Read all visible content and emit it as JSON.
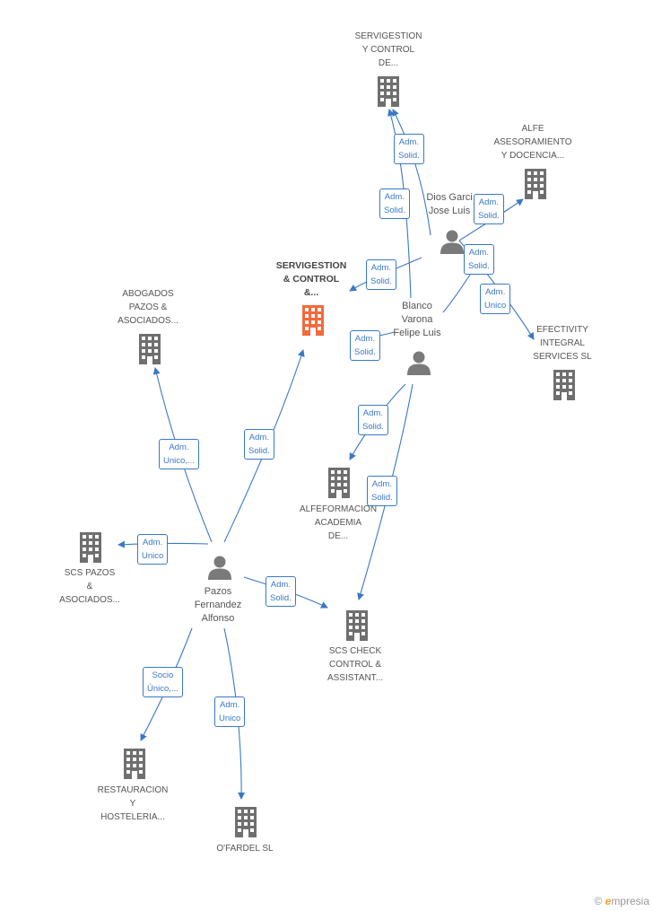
{
  "companies": [
    {
      "id": "servigestion-top",
      "label": "SERVIGESTION\nY CONTROL\nDE...",
      "main": false
    },
    {
      "id": "alfe",
      "label": "ALFE\nASESORAMIENTO\nY DOCENCIA...",
      "main": false
    },
    {
      "id": "servigestion-main",
      "label": "SERVIGESTION\n& CONTROL\n&...",
      "main": true
    },
    {
      "id": "abogados",
      "label": "ABOGADOS\nPAZOS &\nASOCIADOS...",
      "main": false
    },
    {
      "id": "efectivity",
      "label": "EFECTIVITY\nINTEGRAL\nSERVICES SL",
      "main": false
    },
    {
      "id": "alfeformacion",
      "label": "ALFEFORMACION\nACADEMIA\nDE...",
      "main": false
    },
    {
      "id": "scs-pazos",
      "label": "SCS PAZOS\n&\nASOCIADOS...",
      "main": false
    },
    {
      "id": "scs-check",
      "label": "SCS CHECK\nCONTROL &\nASSISTANT...",
      "main": false
    },
    {
      "id": "restauracion",
      "label": "RESTAURACION\nY\nHOSTELERIA...",
      "main": false
    },
    {
      "id": "ofardel",
      "label": "O'FARDEL SL",
      "main": false
    }
  ],
  "persons": [
    {
      "id": "dios",
      "label": "Dios Garci\nJose Luis"
    },
    {
      "id": "blanco",
      "label": "Blanco\nVarona\nFelipe Luis"
    },
    {
      "id": "pazos",
      "label": "Pazos\nFernandez\nAlfonso"
    }
  ],
  "edges": [
    {
      "id": "e1",
      "label": "Adm.\nSolid."
    },
    {
      "id": "e2",
      "label": "Adm.\nSolid."
    },
    {
      "id": "e3",
      "label": "Adm.\nSolid."
    },
    {
      "id": "e4",
      "label": "Adm.\nSolid."
    },
    {
      "id": "e5",
      "label": "Adm.\nSolid."
    },
    {
      "id": "e6",
      "label": "Adm.\nUnico"
    },
    {
      "id": "e7",
      "label": "Adm.\nSolid."
    },
    {
      "id": "e8",
      "label": "Adm.\nSolid."
    },
    {
      "id": "e9",
      "label": "Adm.\nSolid."
    },
    {
      "id": "e10",
      "label": "Adm.\nUnico,..."
    },
    {
      "id": "e11",
      "label": "Adm.\nSolid."
    },
    {
      "id": "e12",
      "label": "Adm.\nUnico"
    },
    {
      "id": "e13",
      "label": "Adm.\nSolid."
    },
    {
      "id": "e14",
      "label": "Socio\nÚnico,..."
    },
    {
      "id": "e15",
      "label": "Adm.\nUnico"
    }
  ],
  "colors": {
    "edge": "#3a78c8",
    "building": "#6f6f6f",
    "building_main": "#f26a3c",
    "person": "#7a7a7a"
  },
  "brand": {
    "copyright": "©",
    "initial": "e",
    "rest": "mpresia"
  }
}
